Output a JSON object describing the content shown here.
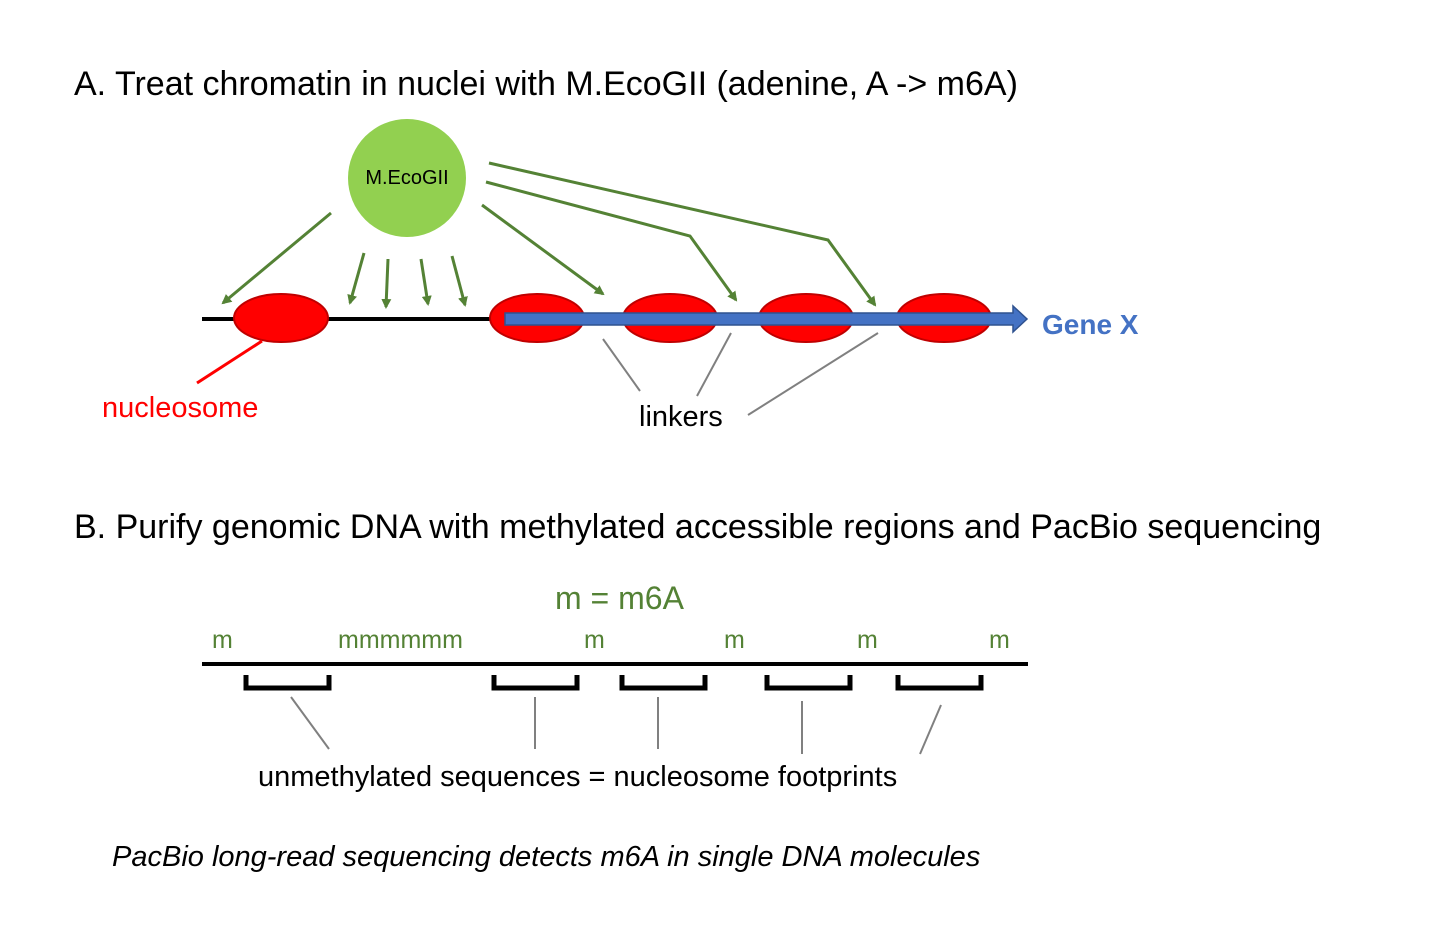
{
  "panel_a": {
    "heading": "A. Treat chromatin in nuclei with M.EcoGII  (adenine, A -> m6A)",
    "enzyme_label": "M.EcoGII",
    "gene_label": "Gene X",
    "nucleosome_label": "nucleosome",
    "linkers_label": "linkers"
  },
  "panel_b": {
    "heading": "B. Purify genomic DNA with methylated accessible regions and PacBio sequencing",
    "legend": "m = m6A",
    "marks": [
      "m",
      "mmmmmm",
      "m",
      "m",
      "m",
      "m"
    ],
    "footprints_label": "unmethylated sequences = nucleosome footprints"
  },
  "footnote": "PacBio long-read sequencing detects m6A in single DNA molecules",
  "colors": {
    "enzyme": "#92d050",
    "arrow": "#548235",
    "nucleosome_fill": "#ff0000",
    "nucleosome_edge": "#c00000",
    "gene_arrow": "#4472c4",
    "gene_text": "#4472c4",
    "nucleosome_text": "#ff0000",
    "methyl_text": "#548235",
    "pointer": "#808080"
  }
}
